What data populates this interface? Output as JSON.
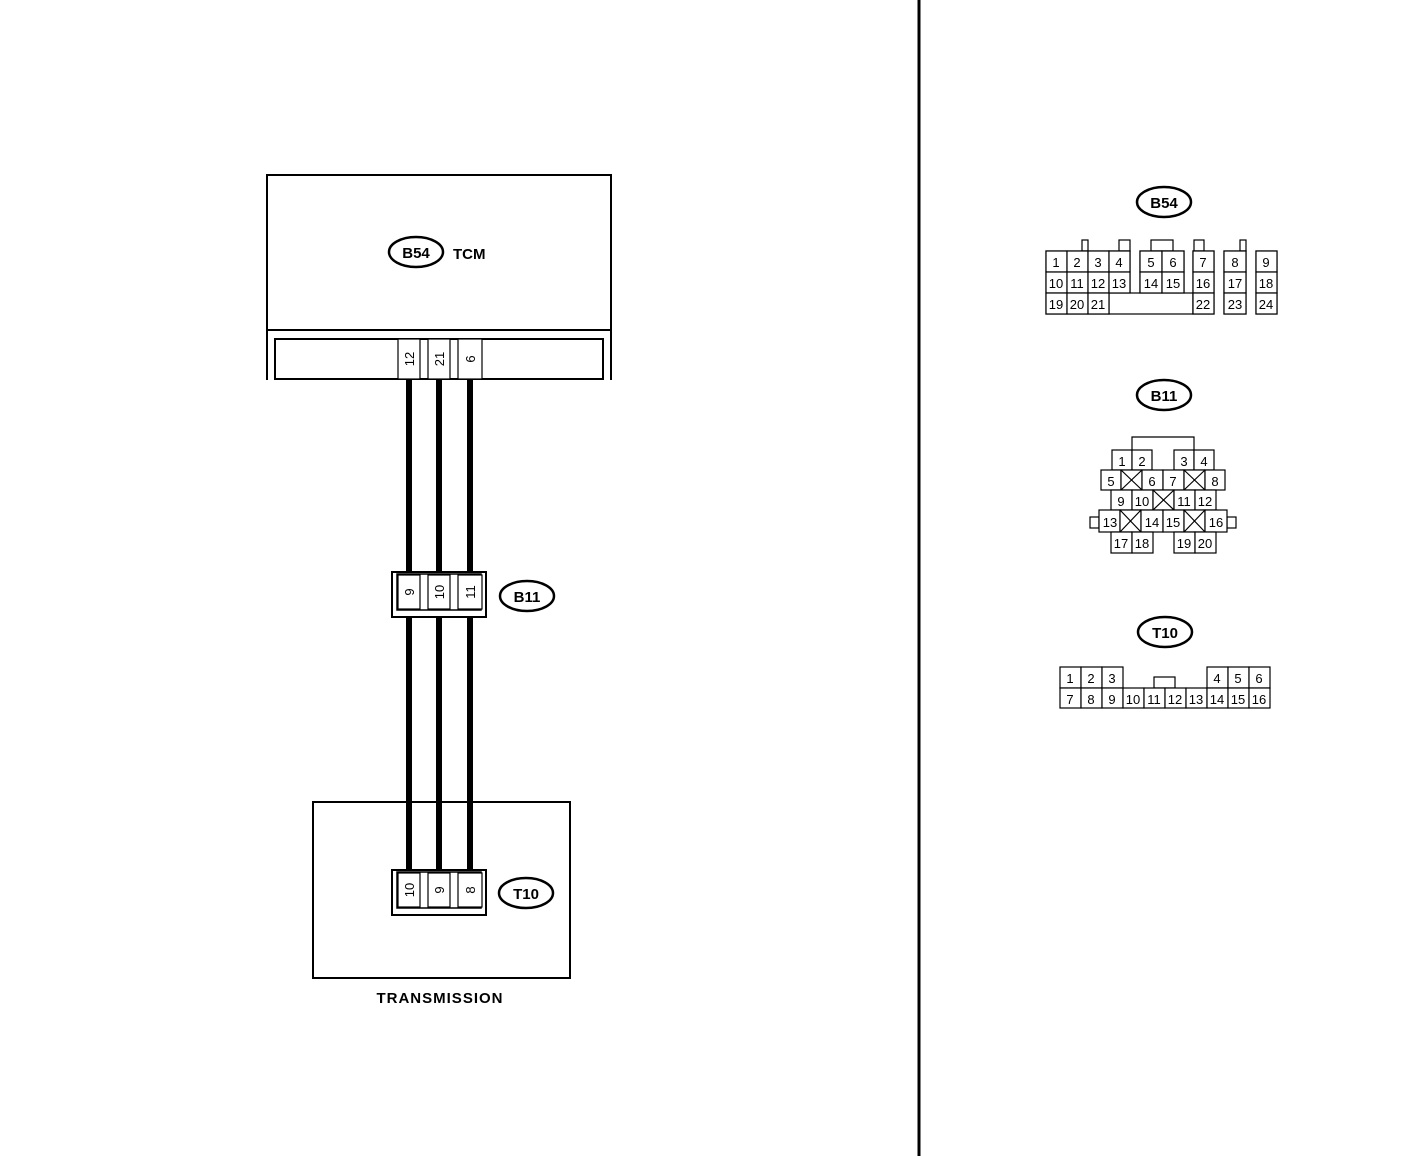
{
  "left": {
    "tcm": {
      "connector": "B54",
      "name": "TCM",
      "pins": [
        "12",
        "21",
        "6"
      ]
    },
    "joint": {
      "connector": "B11",
      "pins": [
        "9",
        "10",
        "11"
      ]
    },
    "transmission": {
      "connector": "T10",
      "name": "TRANSMISSION",
      "pins": [
        "10",
        "9",
        "8"
      ]
    }
  },
  "right": {
    "b54": {
      "label": "B54",
      "row1": [
        "1",
        "2",
        "3",
        "4",
        "5",
        "6",
        "7",
        "8",
        "9"
      ],
      "row2": [
        "10",
        "11",
        "12",
        "13",
        "14",
        "15",
        "16",
        "17",
        "18"
      ],
      "row3": [
        "19",
        "20",
        "21",
        "22",
        "23",
        "24"
      ]
    },
    "b11": {
      "label": "B11",
      "row1": [
        "1",
        "2",
        "3",
        "4"
      ],
      "row2": [
        "5",
        "6",
        "7",
        "8"
      ],
      "row3": [
        "9",
        "10",
        "11",
        "12"
      ],
      "row4": [
        "13",
        "14",
        "15",
        "16"
      ],
      "row5": [
        "17",
        "18",
        "19",
        "20"
      ]
    },
    "t10": {
      "label": "T10",
      "row1": [
        "1",
        "2",
        "3",
        "4",
        "5",
        "6"
      ],
      "row2": [
        "7",
        "8",
        "9",
        "10",
        "11",
        "12",
        "13",
        "14",
        "15",
        "16"
      ]
    }
  }
}
